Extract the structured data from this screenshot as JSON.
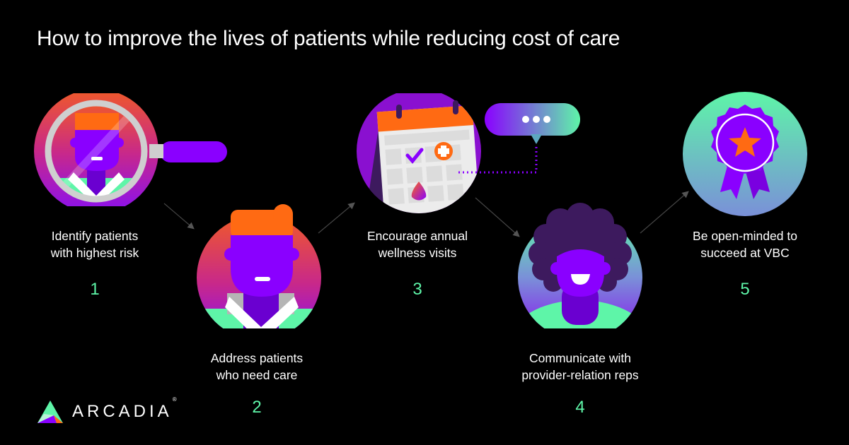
{
  "title": "How to improve the lives of patients while reducing cost of care",
  "steps": [
    {
      "number": "1",
      "label_line1": "Identify patients",
      "label_line2": "with highest risk",
      "icon": "magnifier-patient-icon"
    },
    {
      "number": "2",
      "label_line1": "Address patients",
      "label_line2": "who need care",
      "icon": "patient-avatar-icon"
    },
    {
      "number": "3",
      "label_line1": "Encourage annual",
      "label_line2": "wellness visits",
      "icon": "calendar-icon"
    },
    {
      "number": "4",
      "label_line1": "Communicate with",
      "label_line2": "provider-relation reps",
      "icon": "rep-avatar-icon"
    },
    {
      "number": "5",
      "label_line1": "Be open-minded to",
      "label_line2": "succeed at VBC",
      "icon": "award-ribbon-icon"
    }
  ],
  "brand": {
    "name": "ARCADIA",
    "registered": "®"
  },
  "colors": {
    "background": "#000000",
    "accent_green": "#5ef5a8",
    "purple": "#8a00ff",
    "orange": "#ff6a13",
    "pink": "#e0406a"
  }
}
